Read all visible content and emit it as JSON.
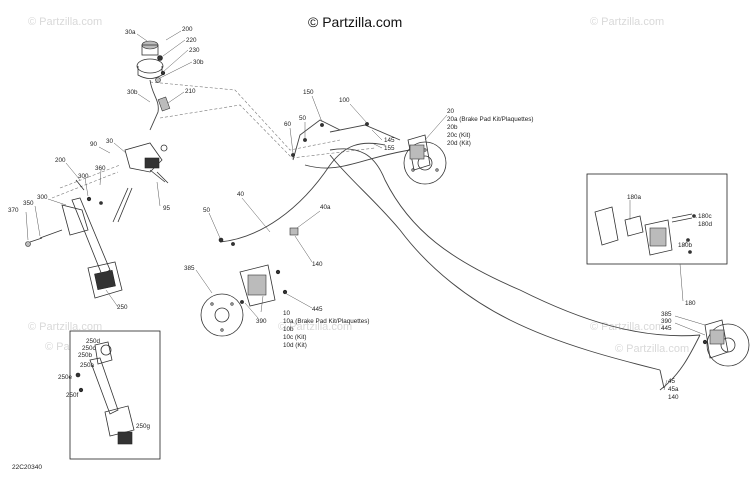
{
  "brand": {
    "text": "© Partzilla.com",
    "watermark": "© Partzilla.com"
  },
  "drawing_code": "22C20340",
  "callouts": {
    "c200_top": "200",
    "c30a": "30a",
    "c220": "220",
    "c230": "230",
    "c30b_top": "30b",
    "c30b": "30b",
    "c210": "210",
    "c30": "30",
    "c90": "90",
    "c200_mid": "200",
    "c360": "360",
    "c300_a": "300",
    "c300_b": "300",
    "c370": "370",
    "c350": "350",
    "c95": "95",
    "c250": "250",
    "c150": "150",
    "c100": "100",
    "c50_top": "50",
    "c60": "60",
    "c145": "145",
    "c155": "155",
    "c20": "20",
    "c20a": "20a (Brake Pad Kit/Plaquettes)",
    "c20b": "20b",
    "c20c": "20c (Kit)",
    "c20d": "20d (Kit)",
    "c40": "40",
    "c50_mid": "50",
    "c40a": "40a",
    "c140_mid": "140",
    "c385_left": "385",
    "c445_left": "445",
    "c390_left": "390",
    "c10": "10",
    "c10a": "10a (Brake Pad Kit/Plaquettes)",
    "c10b": "10b",
    "c10c": "10c (Kit)",
    "c10d": "10d (Kit)",
    "c180a": "180a",
    "c180c": "180c",
    "c180d": "180d",
    "c180b": "180b",
    "c180": "180",
    "c385_right": "385",
    "c390_right": "390",
    "c445_right": "445",
    "c45": "45",
    "c45a": "45a",
    "c140_right": "140",
    "c250d": "250d",
    "c250c": "250c",
    "c250b": "250b",
    "c250e": "250e",
    "c250f": "250f",
    "c250a": "250a",
    "c250g": "250g"
  }
}
